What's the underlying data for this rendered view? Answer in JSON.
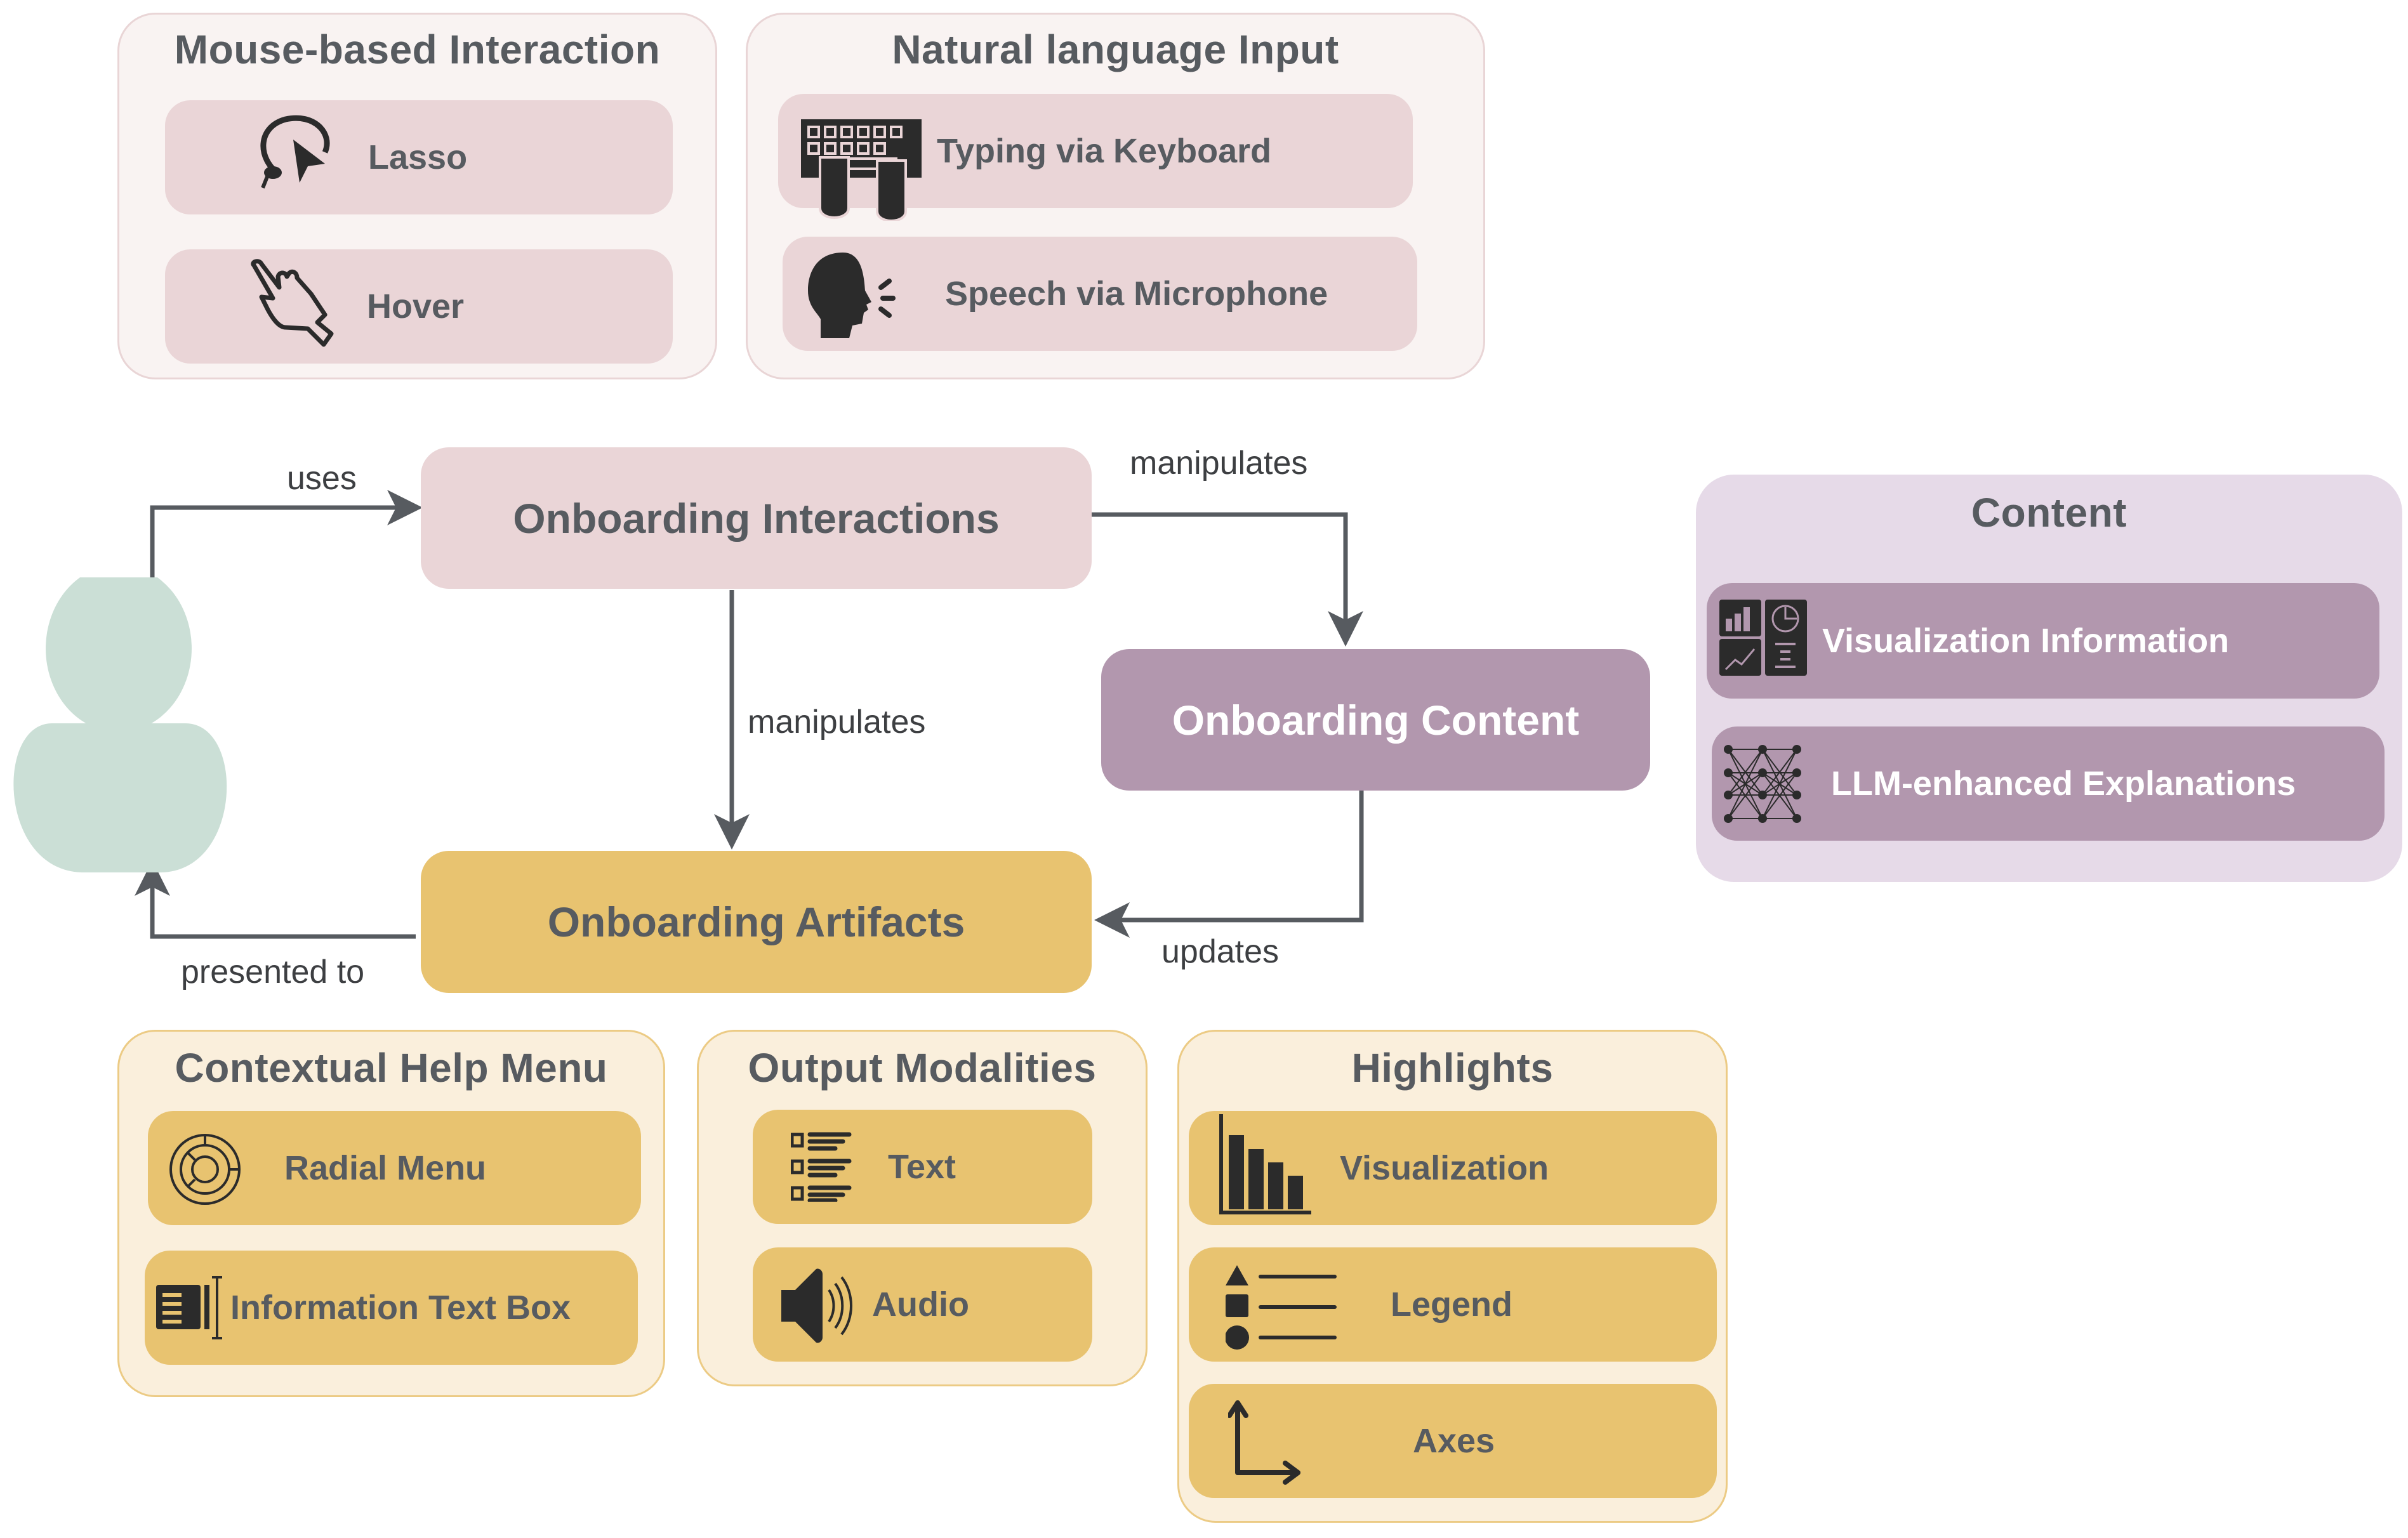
{
  "colors": {
    "interaction": "#ead5d7",
    "content": "#b297ae",
    "artifact": "#e8c370",
    "user": "#cbdfd6",
    "arrow": "#575b60",
    "text": "#575b60"
  },
  "input_groups": {
    "mouse": {
      "title": "Mouse-based Interaction",
      "items": [
        {
          "label": "Lasso",
          "icon": "lasso-cursor-icon"
        },
        {
          "label": "Hover",
          "icon": "pointing-hand-icon"
        }
      ]
    },
    "natural_language": {
      "title": "Natural language Input",
      "items": [
        {
          "label": "Typing via Keyboard",
          "icon": "keyboard-hands-icon"
        },
        {
          "label": "Speech via Microphone",
          "icon": "speaking-head-icon"
        }
      ]
    }
  },
  "nodes": {
    "interactions": "Onboarding Interactions",
    "content": "Onboarding Content",
    "artifacts": "Onboarding Artifacts"
  },
  "edges": {
    "uses": "uses",
    "manipulates_content": "manipulates",
    "manipulates_artifacts": "manipulates",
    "updates": "updates",
    "presented_to": "presented to"
  },
  "content_group": {
    "title": "Content",
    "items": [
      {
        "label": "Visualization Information",
        "icon": "chart-dashboard-icon"
      },
      {
        "label": "LLM-enhanced Explanations",
        "icon": "neural-network-icon"
      }
    ]
  },
  "artifact_groups": {
    "help_menu": {
      "title": "Contextual Help Menu",
      "items": [
        {
          "label": "Radial Menu",
          "icon": "radial-menu-icon"
        },
        {
          "label": "Information Text Box",
          "icon": "text-box-icon"
        }
      ]
    },
    "output": {
      "title": "Output Modalities",
      "items": [
        {
          "label": "Text",
          "icon": "text-list-icon"
        },
        {
          "label": "Audio",
          "icon": "speaker-icon"
        }
      ]
    },
    "highlights": {
      "title": "Highlights",
      "items": [
        {
          "label": "Visualization",
          "icon": "bar-chart-icon"
        },
        {
          "label": "Legend",
          "icon": "legend-icon"
        },
        {
          "label": "Axes",
          "icon": "axes-icon"
        }
      ]
    }
  }
}
